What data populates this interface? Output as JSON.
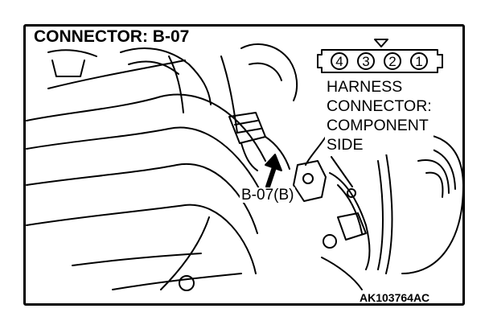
{
  "title": "CONNECTOR: B-07",
  "connector": {
    "pins": [
      "4",
      "3",
      "2",
      "1"
    ],
    "label_lines": [
      "HARNESS",
      "CONNECTOR:",
      "COMPONENT",
      "SIDE"
    ]
  },
  "callout": "B-07(B)",
  "figure_code": "AK103764AC",
  "colors": {
    "ink": "#000000",
    "paper": "#ffffff"
  }
}
